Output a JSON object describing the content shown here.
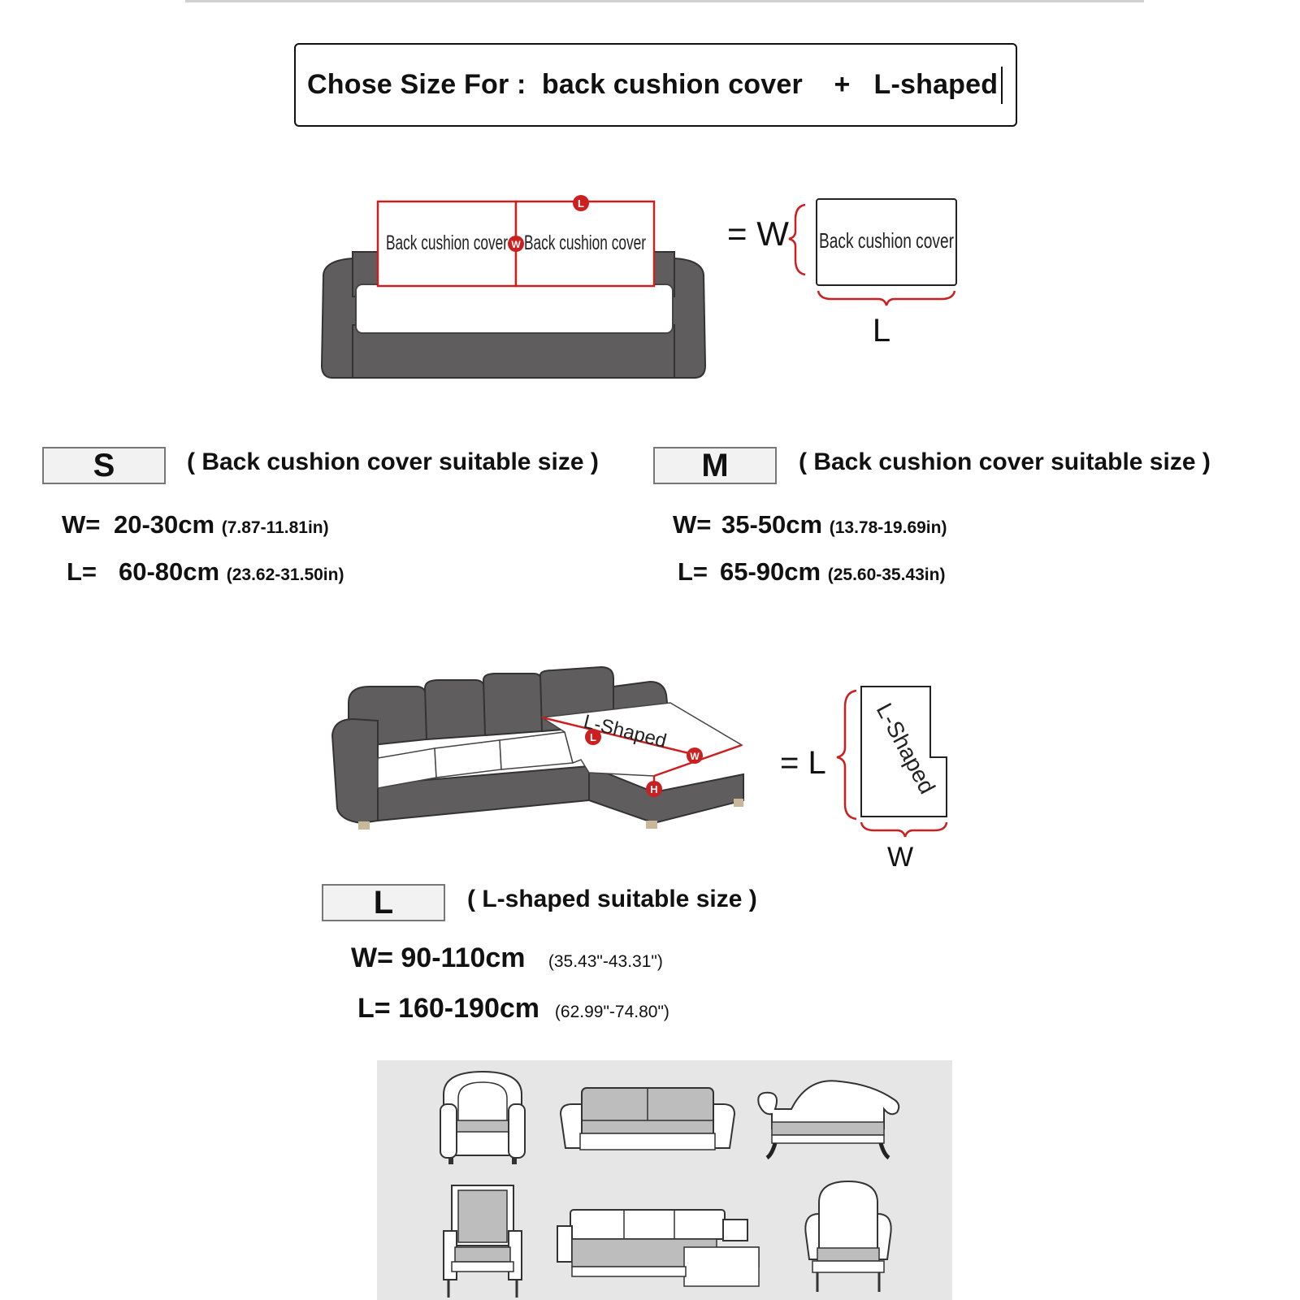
{
  "header": {
    "title": "Chose Size For :  back cushion cover    +   L-shaped"
  },
  "diagram_top": {
    "cushion_label_1": "Back cushion cover",
    "cushion_label_2": "Back cushion cover",
    "marker_l": "L",
    "marker_w": "W",
    "equals_w": "= W",
    "detail_label": "Back cushion cover",
    "detail_l": "L"
  },
  "size_s": {
    "code": "S",
    "desc": "( Back cushion cover suitable size )",
    "w_label": "W=",
    "w_value": "20-30cm",
    "w_in": "(7.87-11.81in)",
    "l_label": "L=",
    "l_value": "60-80cm",
    "l_in": "(23.62-31.50in)"
  },
  "size_m": {
    "code": "M",
    "desc": "( Back cushion cover suitable size )",
    "w_label": "W=",
    "w_value": "35-50cm",
    "w_in": "(13.78-19.69in)",
    "l_label": "L=",
    "l_value": "65-90cm",
    "l_in": "(25.60-35.43in)"
  },
  "diagram_l": {
    "seat_label": "L-Shaped",
    "marker_l": "L",
    "marker_w": "W",
    "marker_h": "H",
    "equals_l": "= L",
    "detail_label": "L-Shaped",
    "detail_w": "W"
  },
  "size_l": {
    "code": "L",
    "desc": "( L-shaped suitable size )",
    "w_text": "W= 90-110cm",
    "w_in": "(35.43\"-43.31\")",
    "l_text": "L= 160-190cm",
    "l_in": "(62.99\"-74.80\")"
  },
  "colors": {
    "sofa": "#5f5d5e",
    "seat": "#ffffff",
    "accent": "#cc1f1f",
    "panel": "#e6e6e6"
  }
}
